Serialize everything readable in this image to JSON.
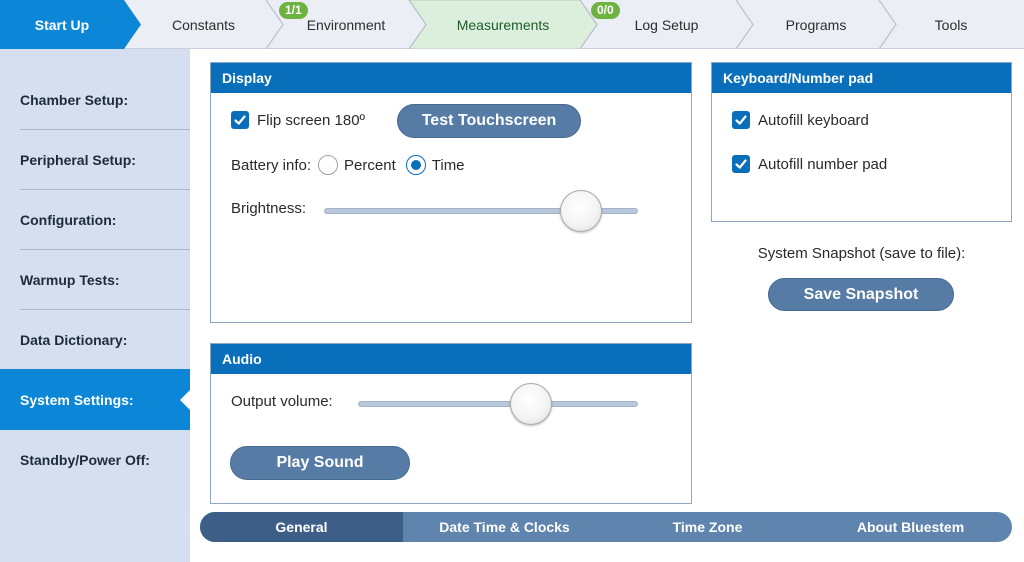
{
  "topnav": {
    "steps": [
      {
        "label": "Start Up",
        "badge": ""
      },
      {
        "label": "Constants",
        "badge": ""
      },
      {
        "label": "Environment",
        "badge": "1/1"
      },
      {
        "label": "Measurements",
        "badge": ""
      },
      {
        "label": "Log Setup",
        "badge": "0/0"
      },
      {
        "label": "Programs",
        "badge": ""
      },
      {
        "label": "Tools",
        "badge": ""
      }
    ],
    "active_color": "#0c86d6",
    "highlight_color": "#dcefdc",
    "badge_color": "#6db33f"
  },
  "sidebar": {
    "items": [
      {
        "label": "Chamber Setup:"
      },
      {
        "label": "Peripheral Setup:"
      },
      {
        "label": "Configuration:"
      },
      {
        "label": "Warmup Tests:"
      },
      {
        "label": "Data Dictionary:"
      },
      {
        "label": "System Settings:"
      },
      {
        "label": "Standby/Power Off:"
      }
    ],
    "active_index": 5
  },
  "display": {
    "title": "Display",
    "flip_label": "Flip screen 180º",
    "flip_checked": true,
    "test_touch_label": "Test Touchscreen",
    "battery_label": "Battery info:",
    "battery_options": [
      "Percent",
      "Time"
    ],
    "battery_selected": "Time",
    "brightness_label": "Brightness:",
    "brightness_level": 0.82
  },
  "audio": {
    "title": "Audio",
    "volume_label": "Output volume:",
    "volume_level": 0.62,
    "play_label": "Play Sound"
  },
  "keyboard": {
    "title": "Keyboard/Number pad",
    "autofill_keyboard_label": "Autofill keyboard",
    "autofill_keyboard_checked": true,
    "autofill_numpad_label": "Autofill number pad",
    "autofill_numpad_checked": true
  },
  "snapshot": {
    "label": "System Snapshot (save to file):",
    "button_label": "Save Snapshot"
  },
  "bottom_tabs": {
    "items": [
      "General",
      "Date Time & Clocks",
      "Time Zone",
      "About Bluestem"
    ],
    "active_index": 0
  }
}
